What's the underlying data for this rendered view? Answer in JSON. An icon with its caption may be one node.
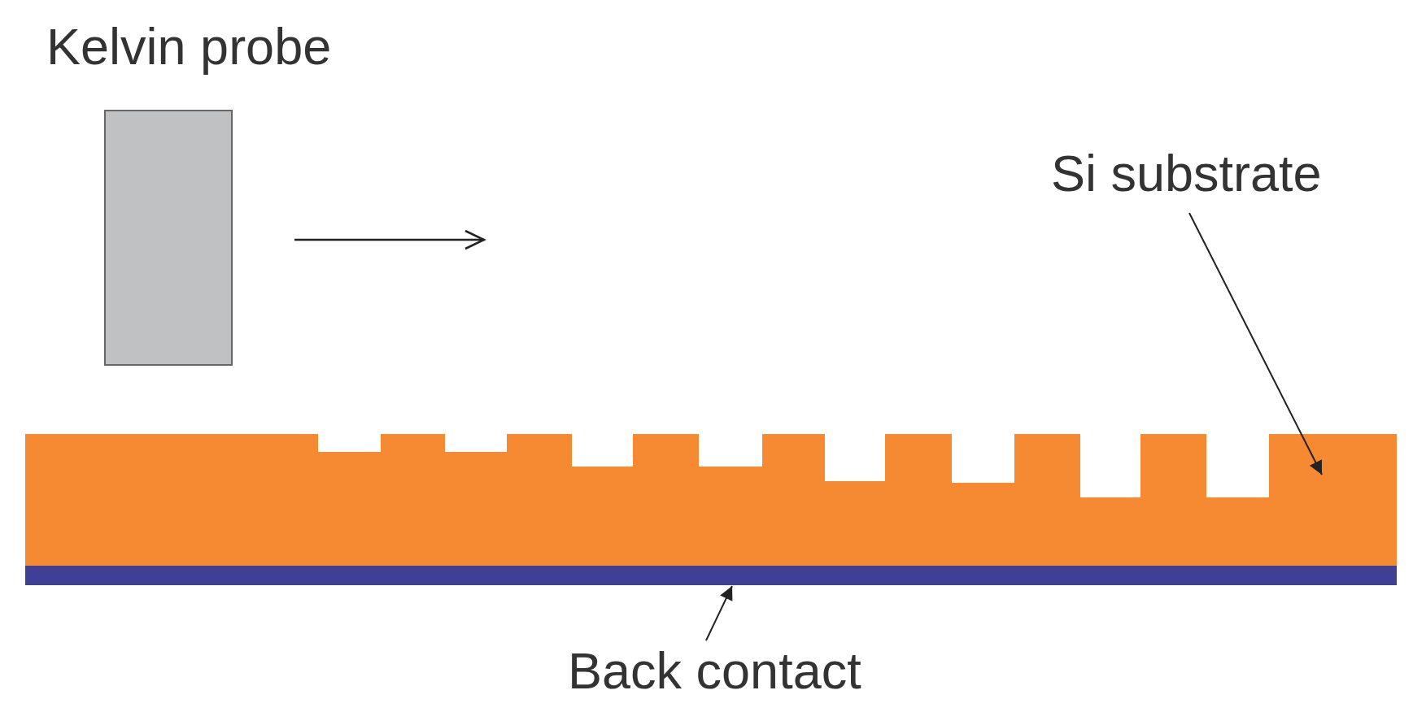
{
  "diagram": {
    "nodes": [
      {
        "text": [
          "Kelvin probe"
        ]
      },
      {
        "text": [
          "Si substrate"
        ]
      },
      {
        "text": [],
        "shape": "bar"
      },
      {
        "text": [],
        "shape": "bar"
      },
      {
        "text": [
          "Back contact"
        ]
      }
    ],
    "edges": [
      {
        "from": 1,
        "to": 2,
        "arrow": "to"
      },
      {
        "from": 4,
        "to": 3,
        "arrow": "to"
      }
    ]
  }
}
